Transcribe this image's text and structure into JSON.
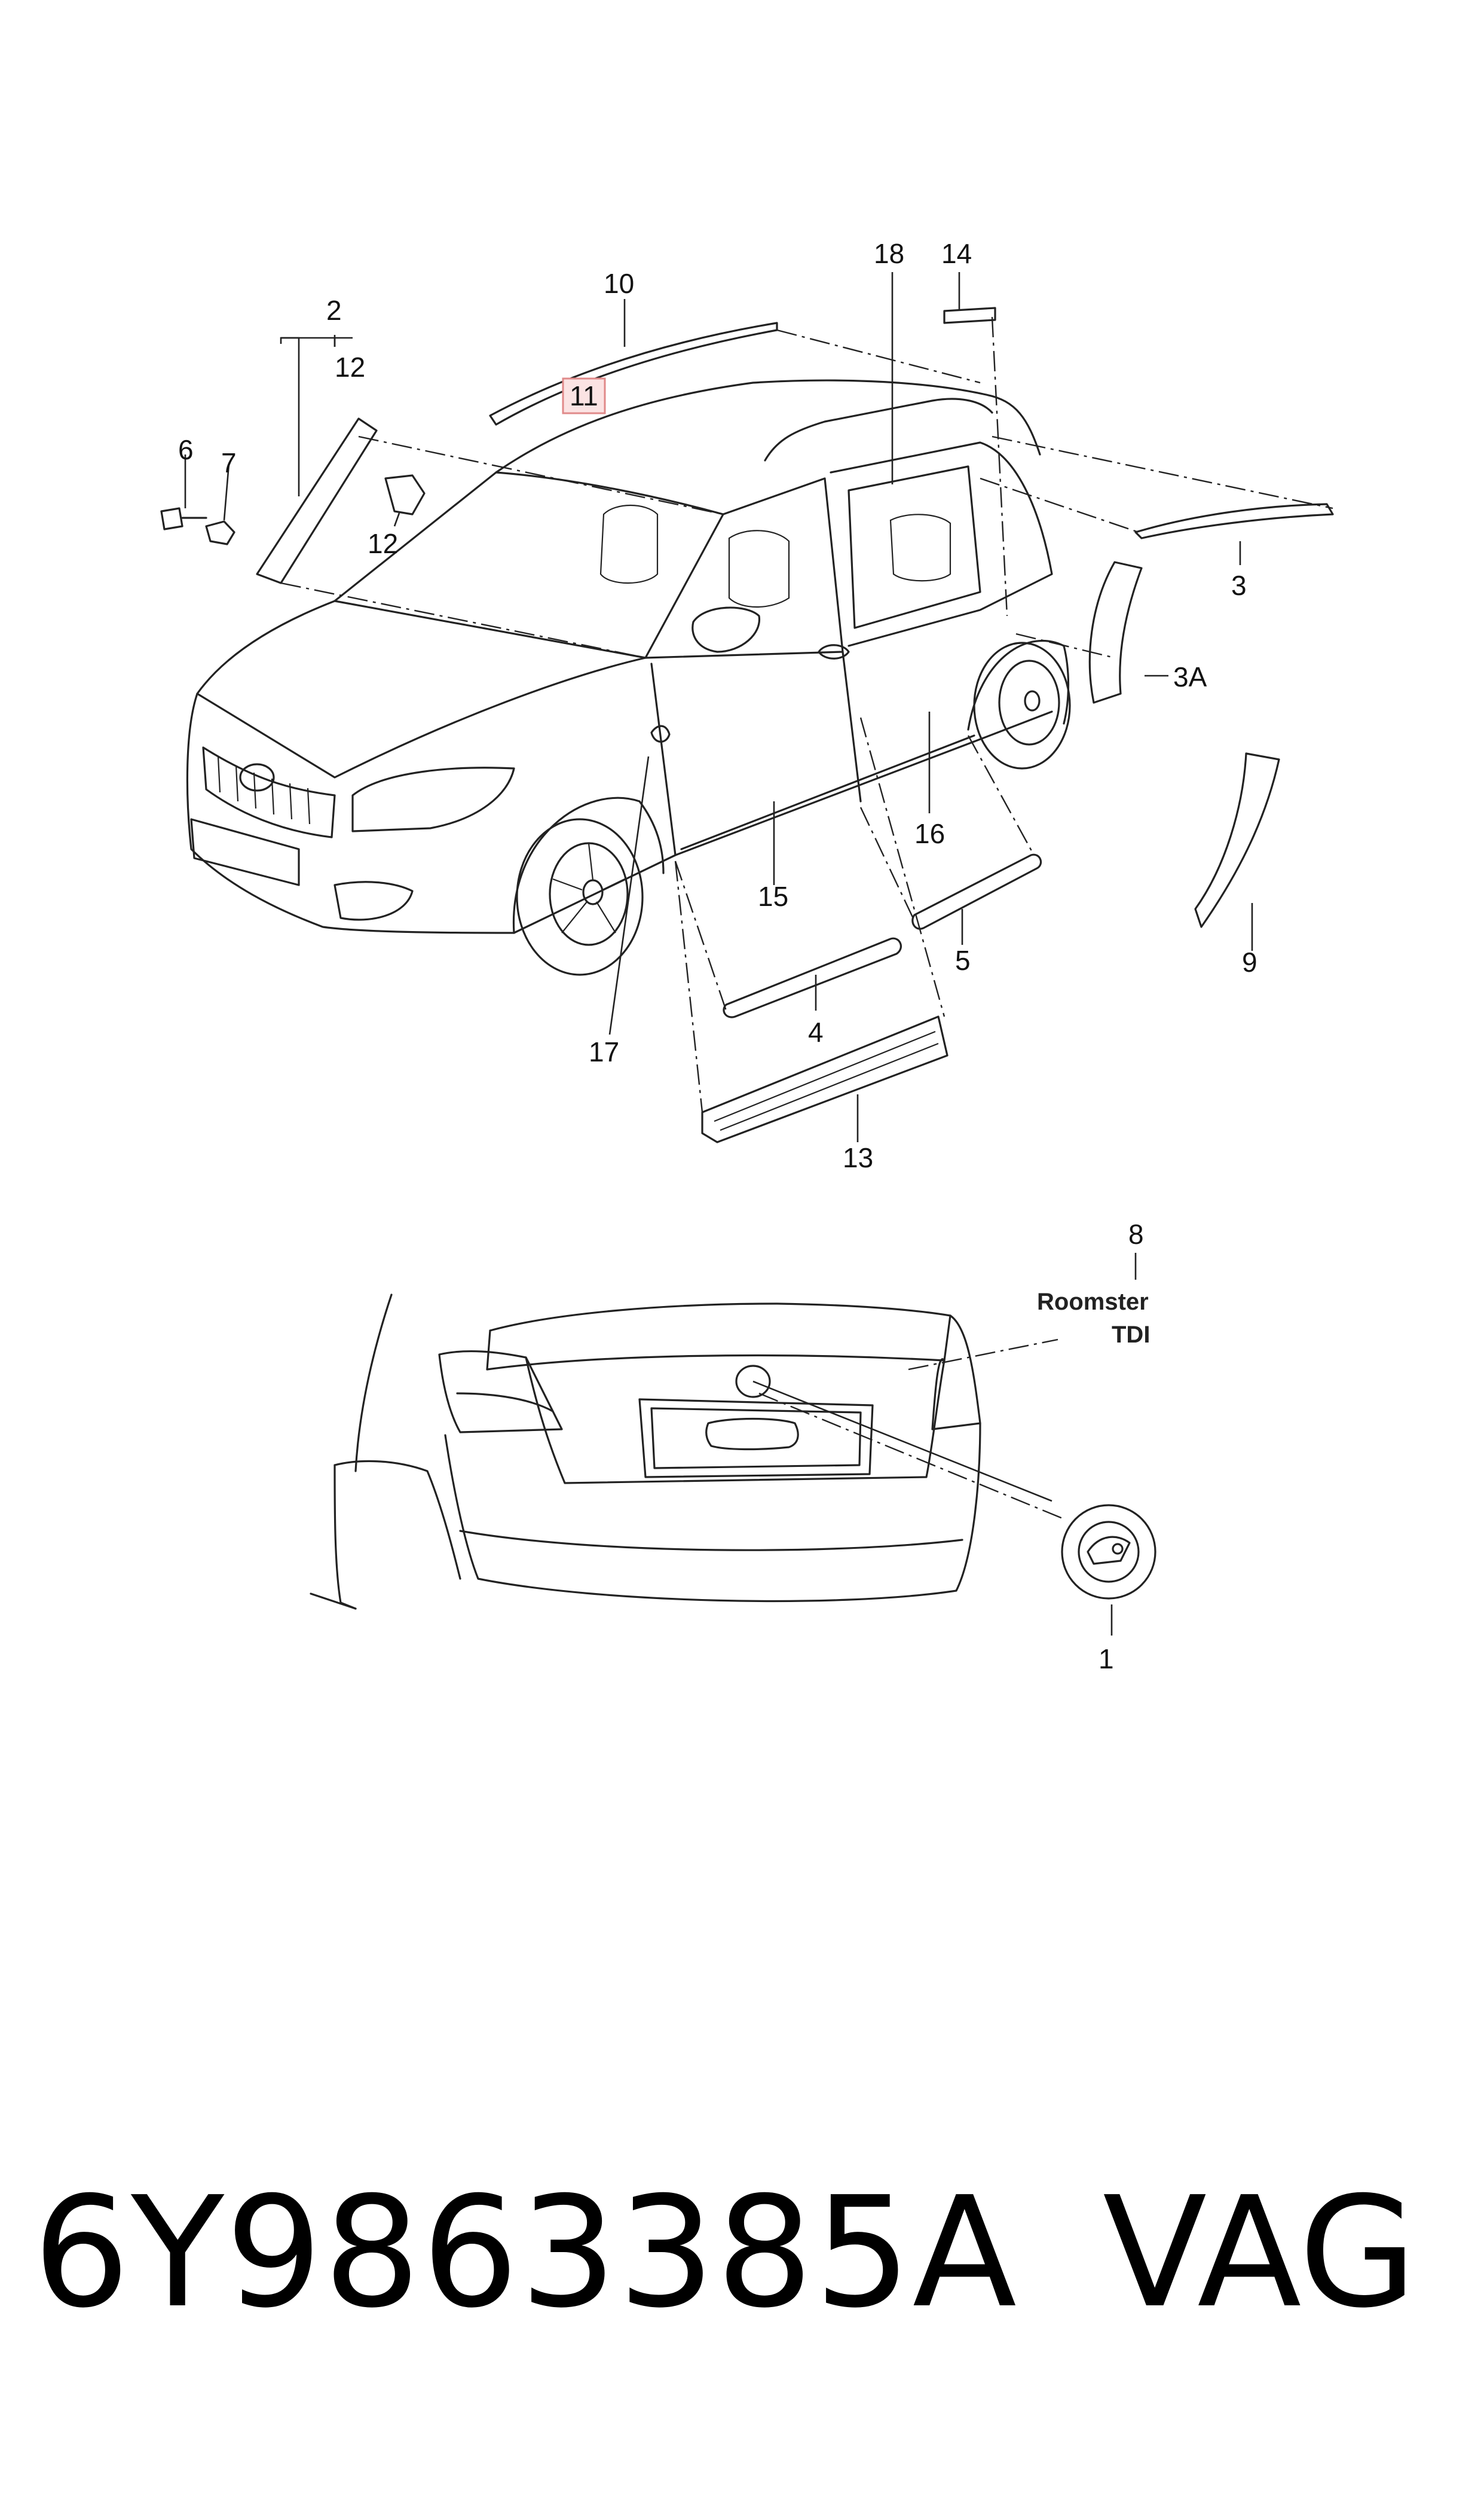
{
  "callouts": {
    "c1": "1",
    "c2": "2",
    "c3": "3",
    "c3a": "3A",
    "c4": "4",
    "c5": "5",
    "c6": "6",
    "c7": "7",
    "c8": "8",
    "c9": "9",
    "c10": "10",
    "c11": "11",
    "c12a": "12",
    "c12b": "12",
    "c13": "13",
    "c14": "14",
    "c15": "15",
    "c16": "16",
    "c17": "17",
    "c18": "18"
  },
  "highlighted_callout": "11",
  "rear_badge": {
    "line1": "Roomster",
    "line2": "TDI"
  },
  "footer": {
    "part_number": "6Y9863385A",
    "brand": "VAG"
  }
}
